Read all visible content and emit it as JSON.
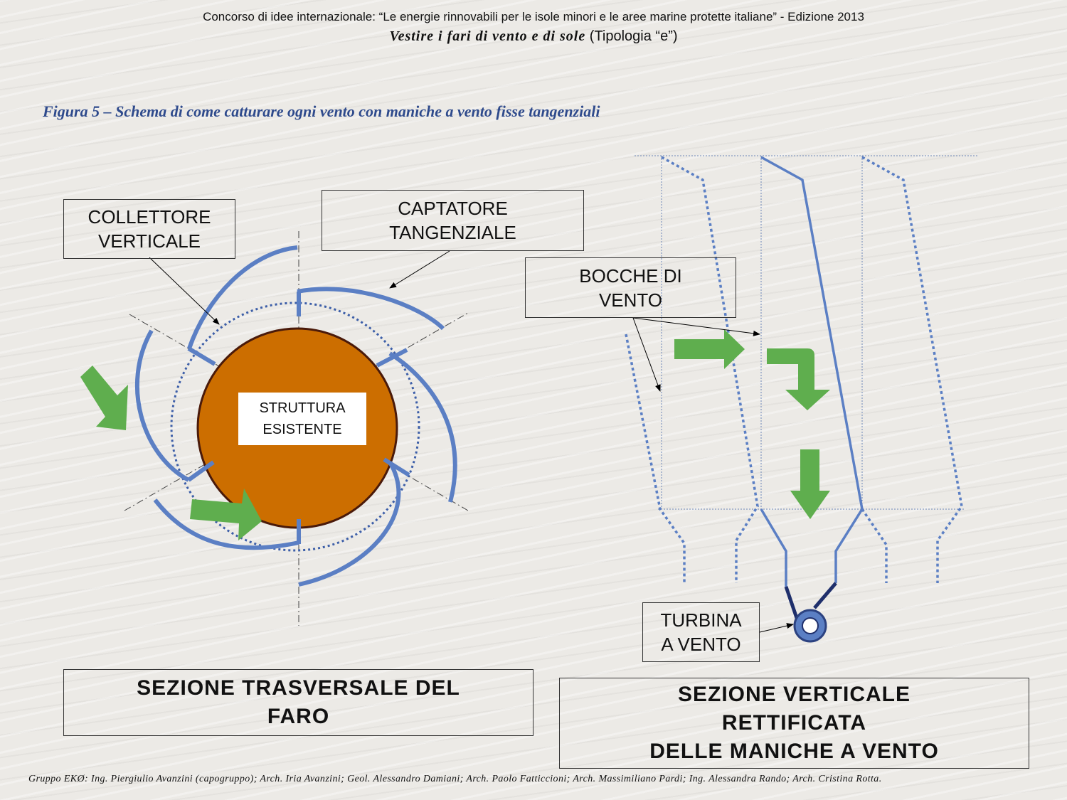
{
  "header": {
    "line1": "Concorso di idee internazionale: “Le energie rinnovabili per le isole minori e le aree marine protette italiane” - Edizione 2013",
    "line2_italic": "Vestire i fari di vento e di sole",
    "line2_plain": " (Tipologia “e”)"
  },
  "figure_caption": "Figura 5 – Schema di come catturare ogni vento con maniche a vento fisse tangenziali",
  "labels": {
    "collettore_1": "COLLETTORE",
    "collettore_2": "VERTICALE",
    "captatore_1": "CAPTATORE",
    "captatore_2": "TANGENZIALE",
    "bocche_1": "BOCCHE  DI",
    "bocche_2": "VENTO",
    "struttura_1": "STRUTTURA",
    "struttura_2": "ESISTENTE",
    "turbina_1": "TURBINA",
    "turbina_2": "A  VENTO"
  },
  "titles": {
    "sezione_trasversale_1": "SEZIONE TRASVERSALE   DEL",
    "sezione_trasversale_2": "FARO",
    "sezione_verticale_1": "SEZIONE   VERTICALE",
    "sezione_verticale_2": "RETTIFICATA",
    "sezione_verticale_3": "DELLE  MANICHE  A VENTO"
  },
  "footer": "Gruppo EKØ: Ing. Piergiulio Avanzini (capogruppo); Arch. Iria Avanzini; Geol. Alessandro Damiani; Arch. Paolo Fatticcioni; Arch. Massimiliano Pardi; Ing. Alessandra Rando; Arch. Cristina Rotta.",
  "colors": {
    "duct_blue": "#5b7fc4",
    "structure_orange": "#cc6e00",
    "arrow_green": "#5fae4e",
    "caption_blue": "#2e4a8c"
  }
}
